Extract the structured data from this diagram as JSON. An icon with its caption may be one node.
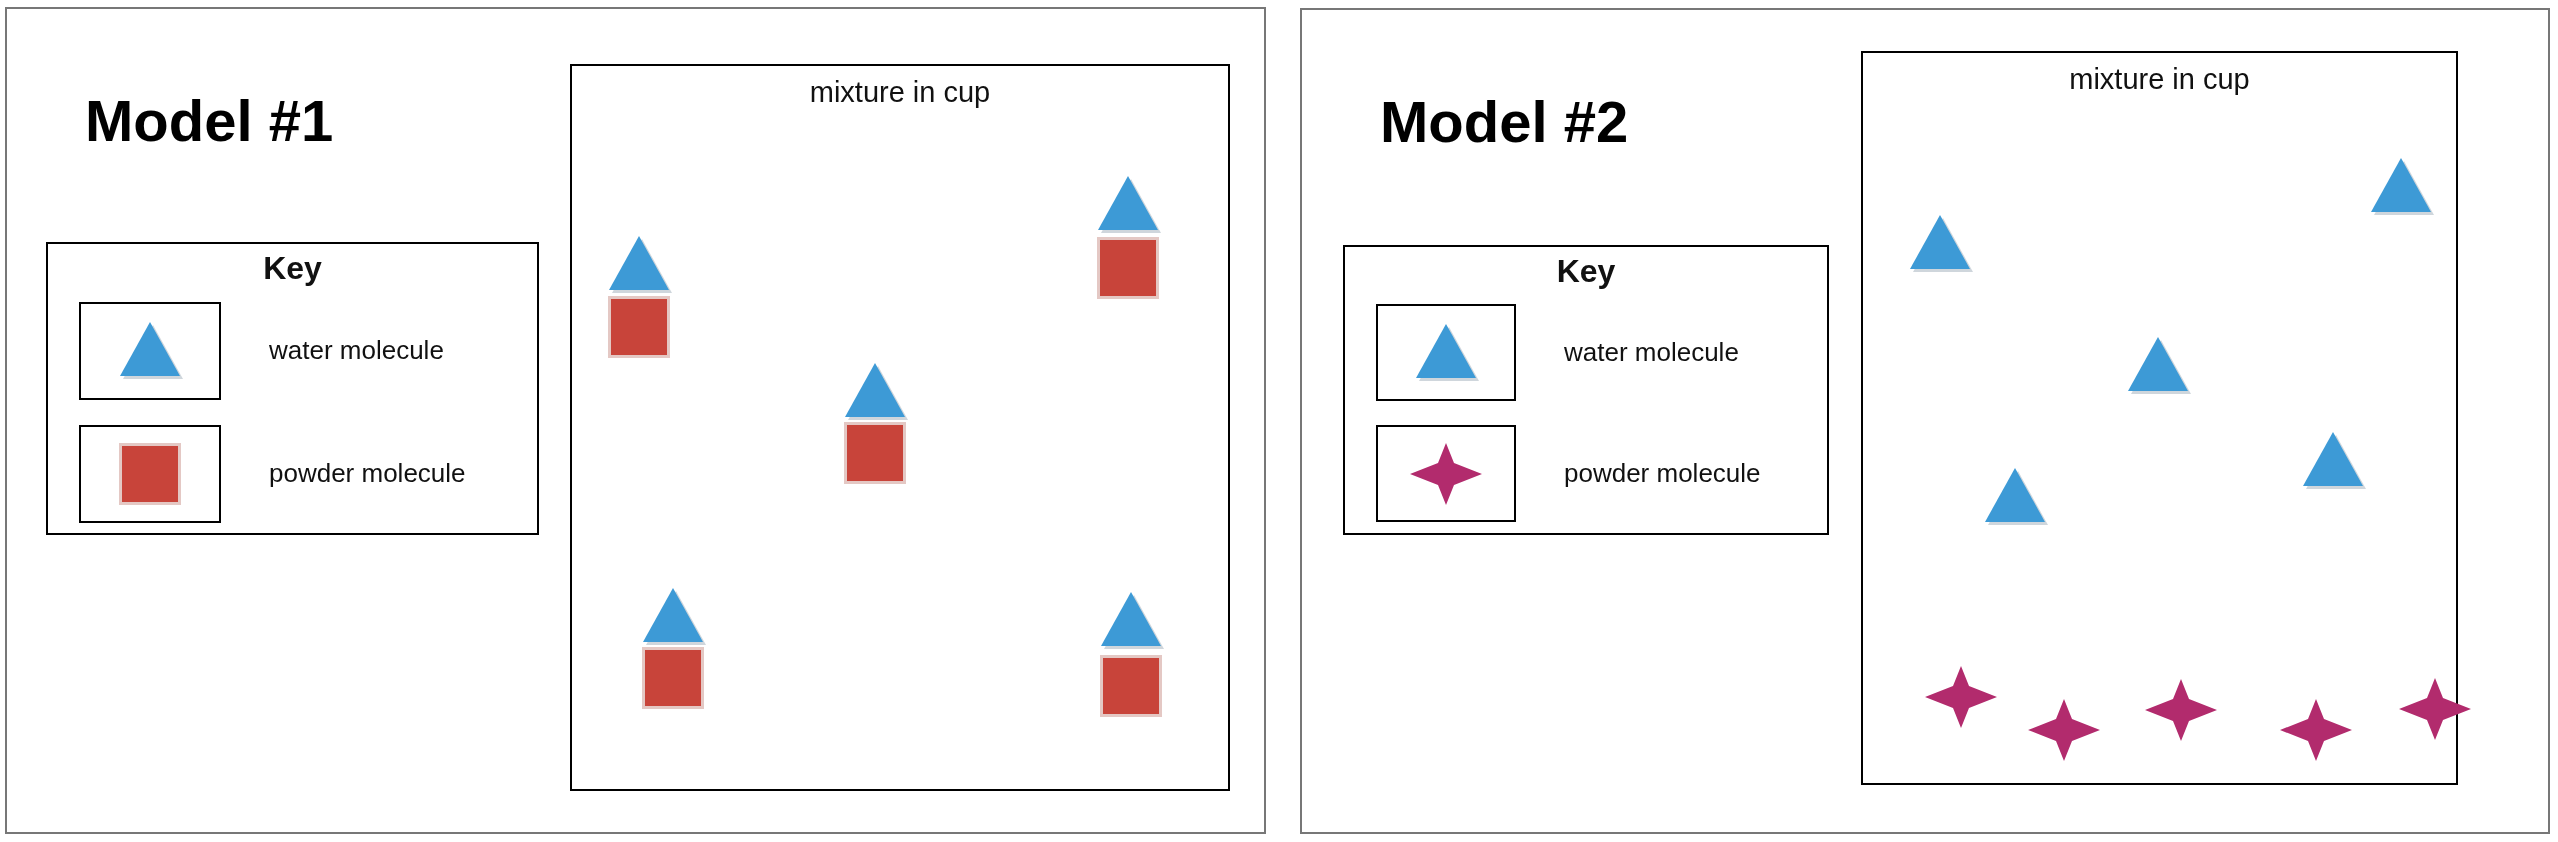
{
  "diagram": {
    "nodes": [
      {
        "text": [
          "Model #1"
        ]
      },
      {
        "text": [
          "Key"
        ],
        "in": 0
      },
      {
        "text": [],
        "shape": "box",
        "in": 1,
        "beside": [
          "water molecule"
        ]
      },
      {
        "text": [],
        "shape": "box",
        "in": 1,
        "beside": [
          "powder molecule"
        ]
      },
      {
        "text": [
          "mixture in cup"
        ],
        "in": 0
      },
      {
        "text": [
          "Model #2"
        ]
      },
      {
        "text": [
          "Key"
        ],
        "in": 5
      },
      {
        "text": [],
        "shape": "box",
        "in": 6,
        "beside": [
          "water molecule"
        ]
      },
      {
        "text": [],
        "shape": "box",
        "in": 6,
        "beside": [
          "powder molecule"
        ]
      },
      {
        "text": [
          "mixture in cup"
        ],
        "in": 5
      }
    ],
    "edges": []
  }
}
